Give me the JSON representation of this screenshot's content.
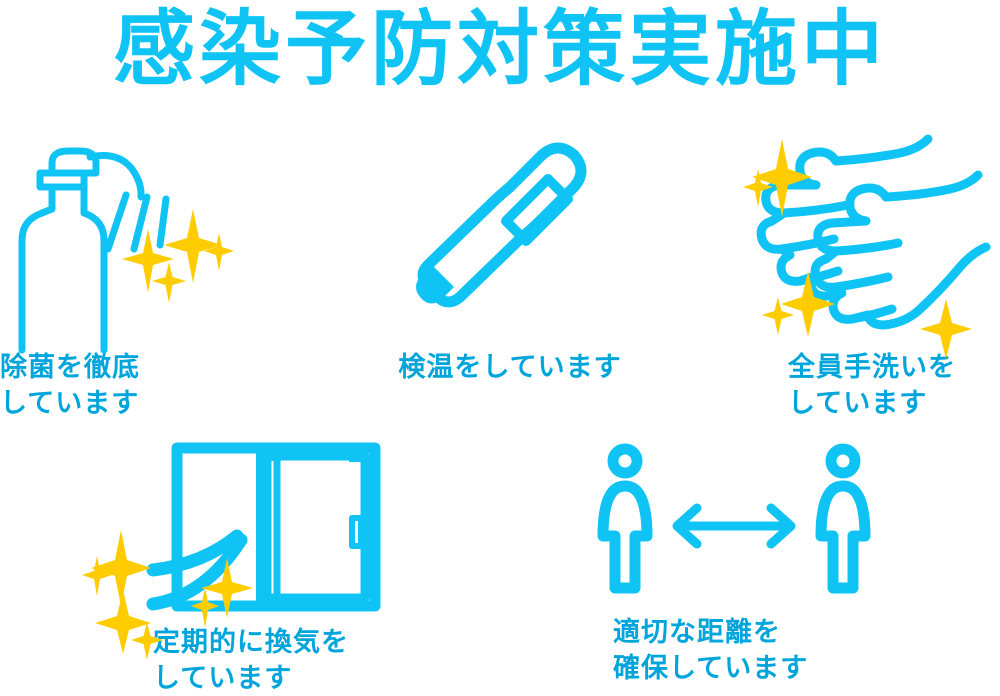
{
  "poster": {
    "title": "感染予防対策実施中",
    "colors": {
      "title_cyan": "#0FC4F5",
      "icon_cyan": "#0FC4F5",
      "caption_cyan": "#00A5DC",
      "sparkle_yellow": "#FFCC00",
      "background": "#FFFFFF"
    }
  },
  "items": [
    {
      "id": "sanitize",
      "icon": "spray-bottle-icon",
      "caption": "除菌を徹底\nしています",
      "sparkles": 4
    },
    {
      "id": "temperature",
      "icon": "thermometer-icon",
      "caption": "検温をしています",
      "sparkles": 0
    },
    {
      "id": "handwash",
      "icon": "washing-hands-icon",
      "caption": "全員手洗いを\nしています",
      "sparkles": 5
    },
    {
      "id": "ventilation",
      "icon": "open-window-icon",
      "caption": "定期的に換気を\nしています",
      "sparkles": 5
    },
    {
      "id": "distance",
      "icon": "social-distance-icon",
      "caption": "適切な距離を\n確保しています",
      "sparkles": 0
    }
  ]
}
